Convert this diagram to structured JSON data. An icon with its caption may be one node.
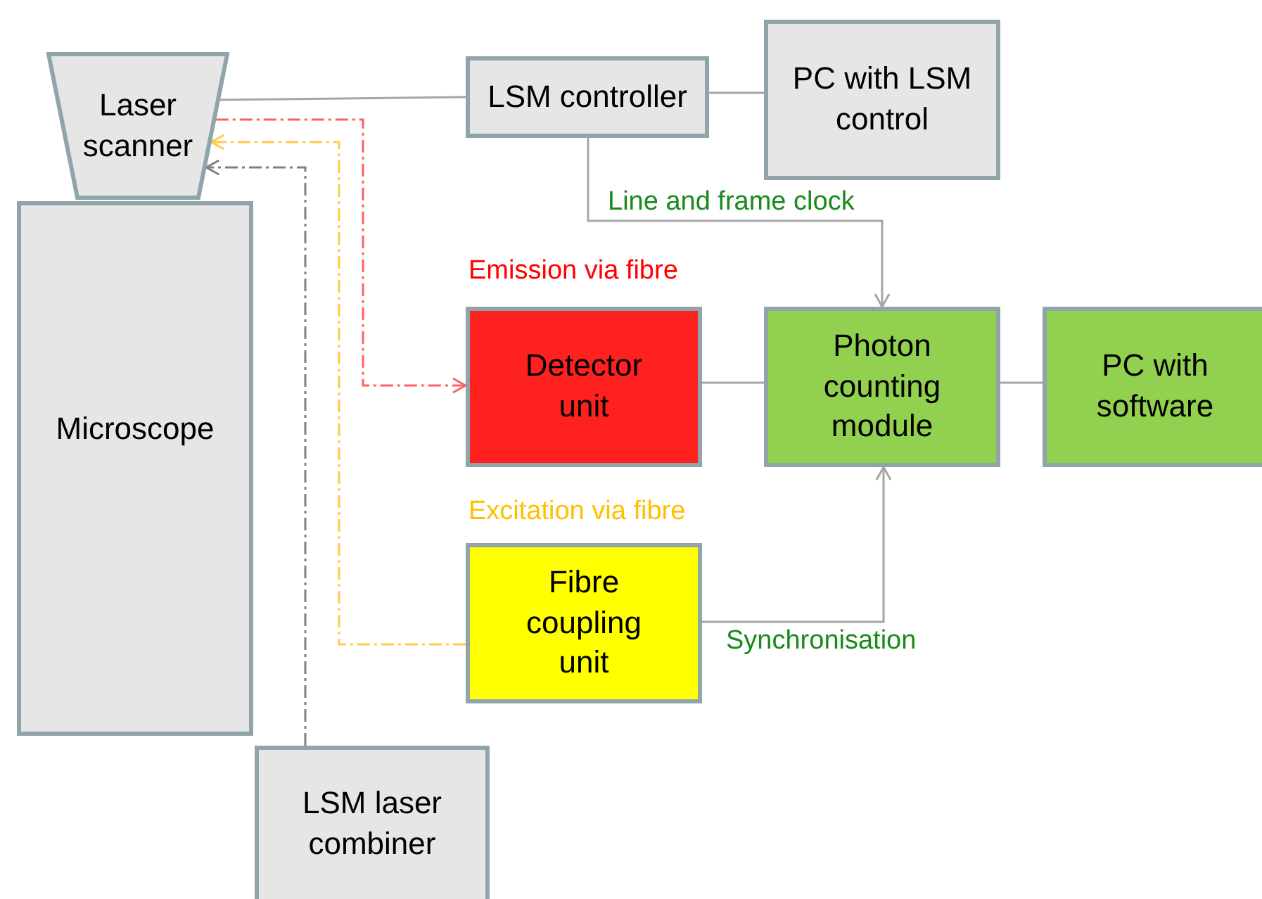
{
  "diagram": {
    "nodes": [
      {
        "text": [
          "Laser scanner"
        ]
      },
      {
        "text": [
          "LSM controller"
        ]
      },
      {
        "text": [
          "PC with LSM control"
        ]
      },
      {
        "text": [
          "Microscope"
        ]
      },
      {
        "text": [
          "Detector unit"
        ],
        "beside": [
          "Emission via fibre"
        ]
      },
      {
        "text": [
          "Photon counting module"
        ]
      },
      {
        "text": [
          "PC with software"
        ]
      },
      {
        "text": [
          "Fibre coupling unit"
        ],
        "beside": [
          "Excitation via fibre"
        ]
      },
      {
        "text": [
          "LSM laser combiner"
        ]
      }
    ],
    "edges": [
      {
        "from": 0,
        "to": 1,
        "arrow": "none"
      },
      {
        "from": 1,
        "to": 2,
        "arrow": "none"
      },
      {
        "from": 1,
        "to": 5,
        "arrow": "to",
        "label": "Line and frame clock"
      },
      {
        "from": 0,
        "to": 4,
        "arrow": "to",
        "style": "dashed",
        "color": "#ff6060"
      },
      {
        "from": 7,
        "to": 0,
        "arrow": "to",
        "style": "dashed",
        "color": "#ffcc44"
      },
      {
        "from": 8,
        "to": 0,
        "arrow": "to",
        "style": "dashed",
        "color": "#808080"
      },
      {
        "from": 4,
        "to": 5,
        "arrow": "none"
      },
      {
        "from": 5,
        "to": 6,
        "arrow": "none"
      },
      {
        "from": 7,
        "to": 5,
        "arrow": "to",
        "label": "Synchronisation"
      }
    ]
  }
}
